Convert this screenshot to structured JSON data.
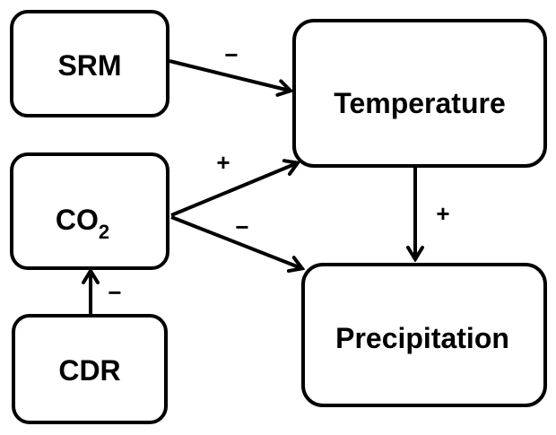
{
  "nodes": {
    "srm": "SRM",
    "temperature": "Temperature",
    "co2": "CO",
    "co2_sub": "2",
    "cdr": "CDR",
    "precipitation": "Precipitation"
  },
  "edges": {
    "srm_to_temperature": "−",
    "co2_to_temperature": "+",
    "co2_to_precipitation": "−",
    "temperature_to_precipitation": "+",
    "cdr_to_co2": "−"
  }
}
